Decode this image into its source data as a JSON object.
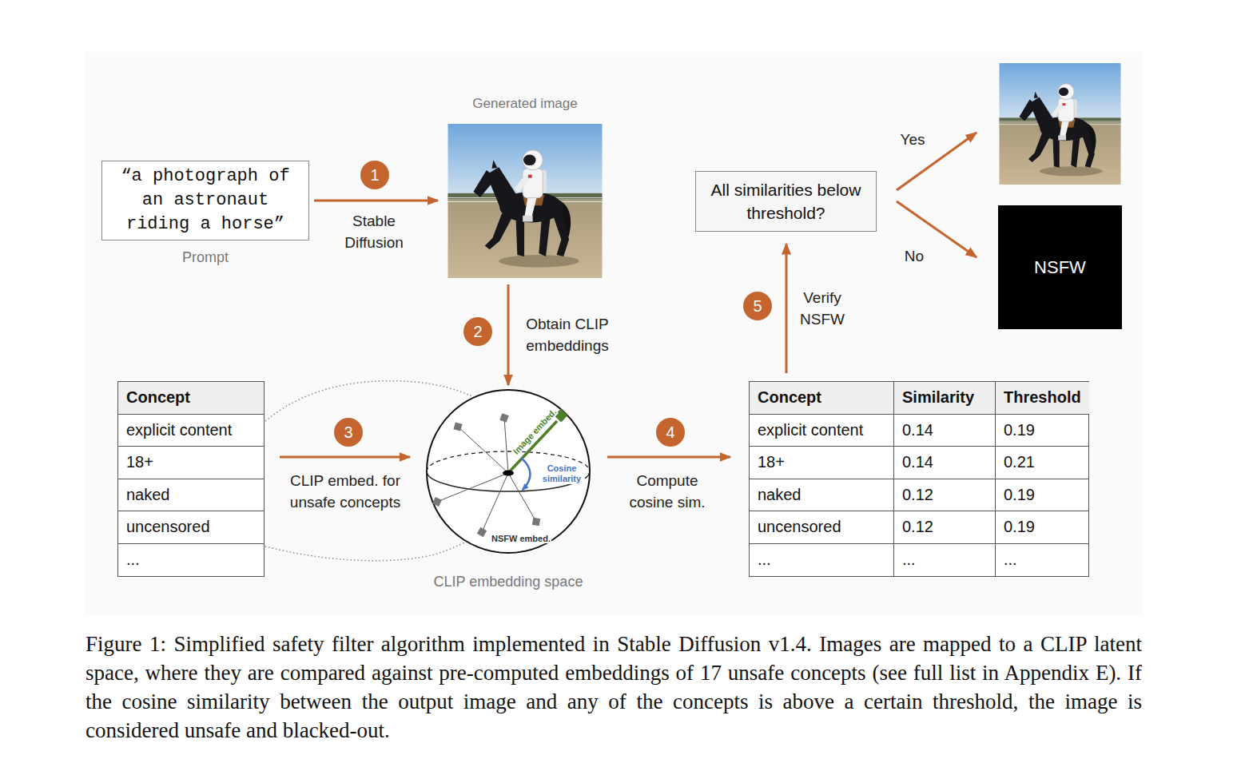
{
  "diagram": {
    "caption": "Figure 1: Simplified safety filter algorithm implemented in Stable Diffusion v1.4. Images are mapped to a CLIP latent space, where they are compared against pre-computed embeddings of 17 unsafe concepts (see full list in Appendix E). If the cosine similarity between the output image and any of the concepts is above a certain threshold, the image is considered unsafe and blacked-out.",
    "nodes": [
      {
        "text": [
          "“a photograph of an astronaut riding a horse”",
          "Prompt"
        ]
      },
      {
        "text": [
          "Generated image"
        ]
      },
      {
        "text": [
          "Concept",
          "explicit content",
          "18+",
          "naked",
          "uncensored",
          "..."
        ]
      },
      {
        "text": [
          "Image embed.",
          "Cosine similarity",
          "NSFW embed.",
          "CLIP embedding space"
        ]
      },
      {
        "text": [
          "Concept",
          "Similarity",
          "Threshold",
          "explicit content",
          "0.14",
          "0.19",
          "18+",
          "0.14",
          "0.21",
          "naked",
          "0.12",
          "0.19",
          "uncensored",
          "0.12",
          "0.19",
          "...",
          "...",
          "..."
        ]
      },
      {
        "text": [
          "All similarities below threshold?"
        ]
      },
      {
        "text": []
      },
      {
        "text": [
          "NSFW"
        ]
      }
    ],
    "edges": [
      {
        "from": 0,
        "to": 1,
        "arrow": "to",
        "label": "Stable Diffusion"
      },
      {
        "from": 1,
        "to": 3,
        "arrow": "to",
        "label": "Obtain CLIP embeddings"
      },
      {
        "from": 2,
        "to": 3,
        "arrow": "to",
        "label": "CLIP embed. for unsafe concepts"
      },
      {
        "from": 3,
        "to": 4,
        "arrow": "to",
        "label": "Compute cosine sim."
      },
      {
        "from": 4,
        "to": 5,
        "arrow": "to",
        "label": "Verify NSFW"
      },
      {
        "from": 5,
        "to": 6,
        "arrow": "to",
        "label": "Yes"
      },
      {
        "from": 5,
        "to": 7,
        "arrow": "to",
        "label": "No"
      }
    ],
    "labels": [
      "1",
      "2",
      "3",
      "4",
      "5"
    ]
  }
}
